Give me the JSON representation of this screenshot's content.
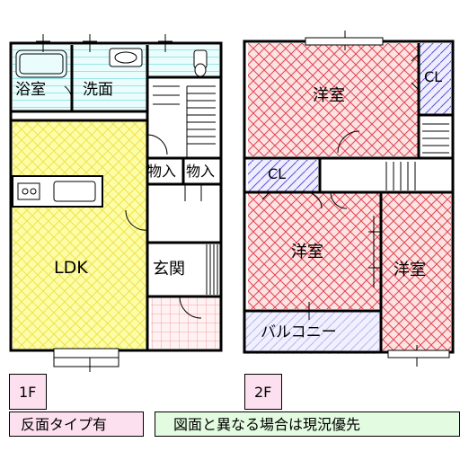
{
  "floors": [
    {
      "id": "1f",
      "tag": "1F"
    },
    {
      "id": "2f",
      "tag": "2F"
    }
  ],
  "rooms_1f": {
    "bath": "浴室",
    "washroom": "洗面",
    "storage_a": "物入",
    "storage_b": "物入",
    "ldk": "LDK",
    "entrance": "玄関"
  },
  "rooms_2f": {
    "western_top": "洋室",
    "closet_right": "CL",
    "closet_left": "CL",
    "western_left": "洋室",
    "western_right": "洋室",
    "balcony": "バルコニー"
  },
  "notes": {
    "reverse": "反面タイプ有",
    "disclaimer": "図面と異なる場合は現況優先"
  },
  "colors": {
    "ldk_fill": "#fdfda8",
    "ldk_hatch": "#f0e64f",
    "wet_fill": "#e8fbfb",
    "wet_line": "#4fd3d3",
    "western_fill": "#fcdede",
    "western_hatch": "#e0404a",
    "closet_fill": "#ecebff",
    "closet_hatch": "#5a55d8",
    "balcony_fill": "#ececff",
    "floor_tag_fill": "#fde0f0",
    "note_pink": "#fde0f0",
    "note_green": "#e3fbe0"
  }
}
